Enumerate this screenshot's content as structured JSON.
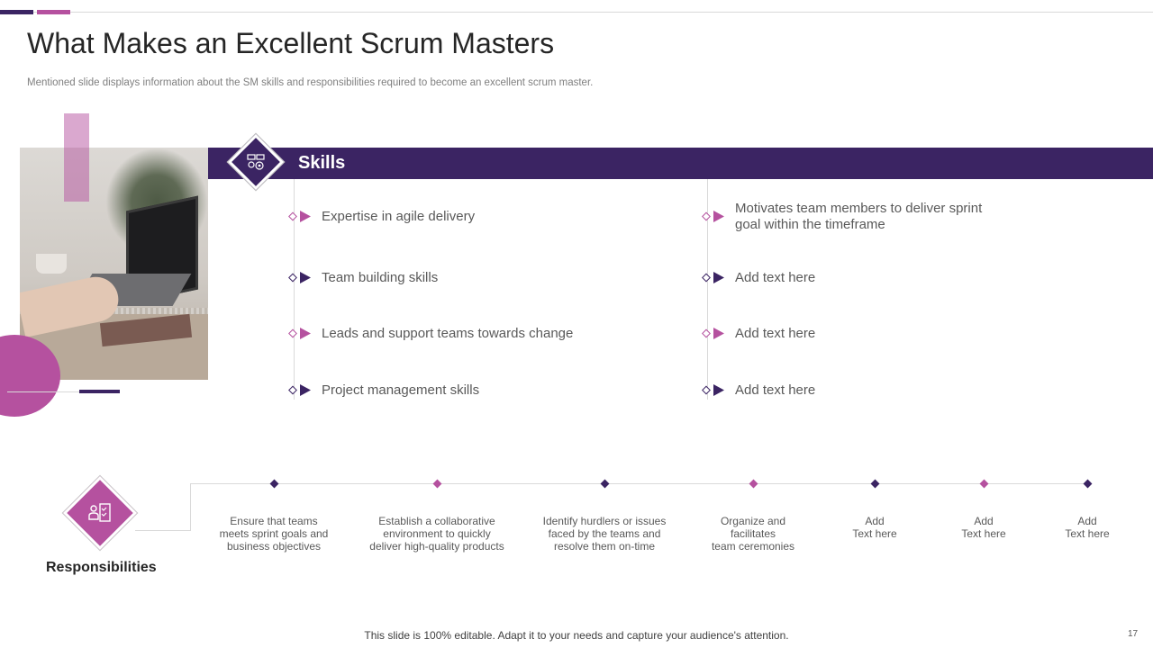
{
  "title": "What Makes an Excellent Scrum Masters",
  "subtitle": "Mentioned slide displays information about the SM skills and responsibilities required to become an excellent scrum master.",
  "skills": {
    "heading": "Skills",
    "left": [
      {
        "text": "Expertise in agile delivery",
        "accent": "pink"
      },
      {
        "text": "Team building skills",
        "accent": "dark"
      },
      {
        "text": "Leads and support teams towards change",
        "accent": "pink"
      },
      {
        "text": "Project management skills",
        "accent": "dark"
      }
    ],
    "right": [
      {
        "text": "Motivates team members to deliver sprint\ngoal within the timeframe",
        "accent": "pink"
      },
      {
        "text": "Add text here",
        "accent": "dark"
      },
      {
        "text": "Add text here",
        "accent": "pink"
      },
      {
        "text": "Add text here",
        "accent": "dark"
      }
    ]
  },
  "responsibilities": {
    "heading": "Responsibilities",
    "items": [
      {
        "text": "Ensure that teams\nmeets sprint goals and\nbusiness objectives",
        "accent": "dark"
      },
      {
        "text": "Establish a collaborative\nenvironment to quickly\ndeliver high-quality products",
        "accent": "pink"
      },
      {
        "text": "Identify hurdlers or issues\nfaced by the teams and\nresolve them on-time",
        "accent": "dark"
      },
      {
        "text": "Organize and\nfacilitates\nteam ceremonies",
        "accent": "pink"
      },
      {
        "text": "Add\nText here",
        "accent": "dark"
      },
      {
        "text": "Add\nText here",
        "accent": "pink"
      },
      {
        "text": "Add\nText here",
        "accent": "dark"
      }
    ]
  },
  "footer": "This slide is 100% editable. Adapt it to your needs and capture your audience's attention.",
  "page_number": "17",
  "colors": {
    "dark": "#3b2463",
    "pink": "#b5519f",
    "line": "#d9d9d9"
  },
  "icons": {
    "skills": "team-gears-icon",
    "responsibilities": "user-checklist-icon"
  }
}
